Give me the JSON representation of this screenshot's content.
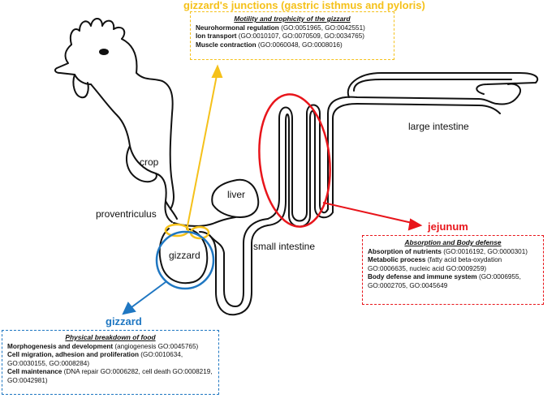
{
  "colors": {
    "yellow": "#f5c11a",
    "red": "#e8151b",
    "blue": "#1f77c2",
    "outline": "#111111"
  },
  "labels": {
    "crop": "crop",
    "proventriculus": "proventriculus",
    "gizzard": "gizzard",
    "liver": "liver",
    "small_intestine": "small intestine",
    "large_intestine": "large intestine"
  },
  "regions": {
    "junctions": {
      "title": "gizzard's junctions (gastric isthmus and pyloris)",
      "box_title": "Motility and trophicity of the gizzard",
      "lines": [
        {
          "term": "Neurohormonal regulation",
          "detail": " (GO:0051965, GO:0042551)"
        },
        {
          "term": "Ion transport",
          "detail": " (GO:0010107, GO:0070509, GO:0034765)"
        },
        {
          "term": "Muscle contraction",
          "detail": " (GO:0060048, GO:0008016)"
        }
      ]
    },
    "jejunum": {
      "title": "jejunum",
      "box_title": "Absorption and Body defense",
      "lines": [
        {
          "term": "Absorption of nutrients",
          "detail": " (GO:0016192, GO:0000301)"
        },
        {
          "term": "Metabolic process",
          "detail": " (fatty acid beta-oxydation"
        },
        {
          "term": "",
          "detail": "GO:0006635, nucleic acid GO:0009259)"
        },
        {
          "term": "Body defense and immune system",
          "detail": " (GO:0006955,"
        },
        {
          "term": "",
          "detail": "GO:0002705, GO:0045649"
        }
      ]
    },
    "gizzard": {
      "title": "gizzard",
      "box_title": "Physical breakdown of food",
      "lines": [
        {
          "term": "Morphogenesis and development",
          "detail": " (angiogenesis GO:0045765)"
        },
        {
          "term": "Cell migration, adhesion and proliferation",
          "detail": " (GO:0010634,"
        },
        {
          "term": "",
          "detail": "GO:0030155, GO:0008284)"
        },
        {
          "term": "Cell maintenance",
          "detail": " (DNA repair GO:0006282, cell death GO:0008219,"
        },
        {
          "term": "",
          "detail": "GO:0042981)"
        }
      ]
    }
  }
}
